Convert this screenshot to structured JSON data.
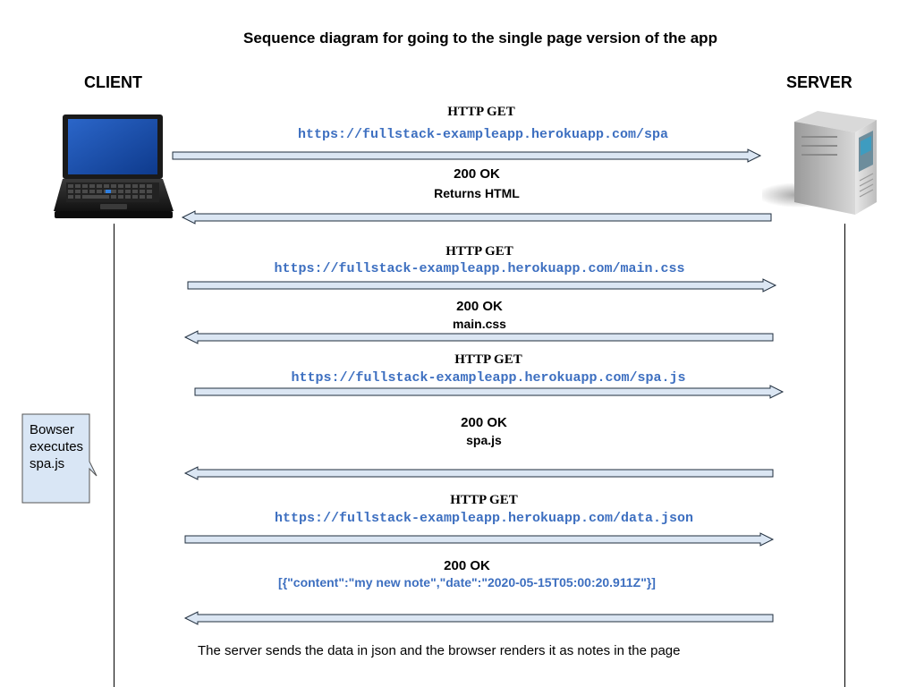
{
  "diagram": {
    "title": "Sequence diagram for going to the single page version of the app",
    "actors": {
      "client": "CLIENT",
      "server": "SERVER"
    },
    "messages": [
      {
        "direction": "request",
        "method": "HTTP GET",
        "url": "https://fullstack-exampleapp.herokuapp.com/spa"
      },
      {
        "direction": "response",
        "status": "200 OK",
        "body": "Returns HTML"
      },
      {
        "direction": "request",
        "method": "HTTP GET",
        "url": "https://fullstack-exampleapp.herokuapp.com/main.css"
      },
      {
        "direction": "response",
        "status": "200 OK",
        "body": "main.css"
      },
      {
        "direction": "request",
        "method": "HTTP GET",
        "url": "https://fullstack-exampleapp.herokuapp.com/spa.js"
      },
      {
        "direction": "response",
        "status": "200 OK",
        "body": "spa.js"
      },
      {
        "direction": "request",
        "method": "HTTP GET",
        "url": "https://fullstack-exampleapp.herokuapp.com/data.json"
      },
      {
        "direction": "response",
        "status": "200 OK",
        "body": "[{\"content\":\"my new note\",\"date\":\"2020-05-15T05:00:20.911Z\"}]"
      }
    ],
    "note": "Bowser\nexecutes\nspa.js",
    "footer": "The server sends the data in json and  the browser renders it as notes in the page",
    "colors": {
      "arrow_fill": "#dbe6f3",
      "arrow_stroke": "#1f2d3d",
      "note_fill": "#d9e6f5",
      "url_text": "#3d6fc0"
    },
    "icons": {
      "client": "laptop-icon",
      "server": "server-tower-icon"
    }
  }
}
